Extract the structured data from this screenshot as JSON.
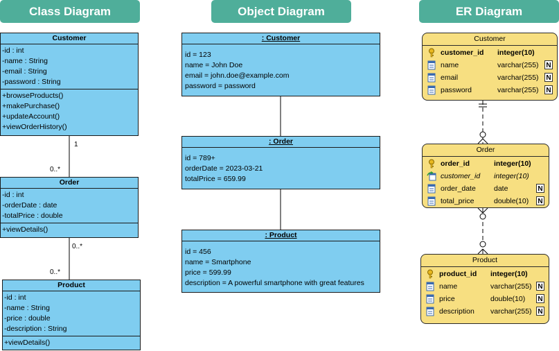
{
  "banners": {
    "class": "Class Diagram",
    "object": "Object Diagram",
    "er": "ER Diagram"
  },
  "class_diagram": {
    "customer": {
      "name": "Customer",
      "attributes": [
        "-id : int",
        "-name : String",
        "-email : String",
        "-password : String"
      ],
      "methods": [
        "+browseProducts()",
        "+makePurchase()",
        "+updateAccount()",
        "+viewOrderHistory()"
      ]
    },
    "order": {
      "name": "Order",
      "attributes": [
        "-id : int",
        "-orderDate : date",
        "-totalPrice : double"
      ],
      "methods": [
        "+viewDetails()"
      ]
    },
    "product": {
      "name": "Product",
      "attributes": [
        "-id : int",
        "-name : String",
        "-price : double",
        "-description : String"
      ],
      "methods": [
        "+viewDetails()"
      ]
    },
    "multiplicities": {
      "customer_order_top": "1",
      "customer_order_bottom": "0..*",
      "order_product_top": "0..*",
      "order_product_bottom": "0..*"
    }
  },
  "object_diagram": {
    "customer": {
      "name": ": Customer",
      "slots": [
        "id = 123",
        "name = John Doe",
        "email = john.doe@example.com",
        "password = password"
      ]
    },
    "order": {
      "name": ": Order",
      "slots": [
        "id = 789+",
        "orderDate = 2023-03-21",
        "totalPrice = 659.99"
      ]
    },
    "product": {
      "name": ": Product",
      "slots": [
        "id = 456",
        "name = Smartphone",
        "price = 599.99",
        "description = A powerful smartphone with great features"
      ]
    }
  },
  "er_diagram": {
    "customer": {
      "name": "Customer",
      "columns": [
        {
          "name": "customer_id",
          "type": "integer(10)",
          "key": "pk",
          "nn": ""
        },
        {
          "name": "name",
          "type": "varchar(255)",
          "key": "col",
          "nn": "N"
        },
        {
          "name": "email",
          "type": "varchar(255)",
          "key": "col",
          "nn": "N"
        },
        {
          "name": "password",
          "type": "varchar(255)",
          "key": "col",
          "nn": "N"
        }
      ]
    },
    "order": {
      "name": "Order",
      "columns": [
        {
          "name": "order_id",
          "type": "integer(10)",
          "key": "pk",
          "nn": ""
        },
        {
          "name": "customer_id",
          "type": "integer(10)",
          "key": "fk",
          "nn": ""
        },
        {
          "name": "order_date",
          "type": "date",
          "key": "col",
          "nn": "N"
        },
        {
          "name": "total_price",
          "type": "double(10)",
          "key": "col",
          "nn": "N"
        }
      ]
    },
    "product": {
      "name": "Product",
      "columns": [
        {
          "name": "product_id",
          "type": "integer(10)",
          "key": "pk",
          "nn": ""
        },
        {
          "name": "name",
          "type": "varchar(255)",
          "key": "col",
          "nn": "N"
        },
        {
          "name": "price",
          "type": "double(10)",
          "key": "col",
          "nn": "N"
        },
        {
          "name": "description",
          "type": "varchar(255)",
          "key": "col",
          "nn": "N"
        }
      ]
    }
  },
  "colors": {
    "banner": "#4fae9a",
    "uml_fill": "#7fcdf0",
    "er_fill": "#f7df81"
  }
}
